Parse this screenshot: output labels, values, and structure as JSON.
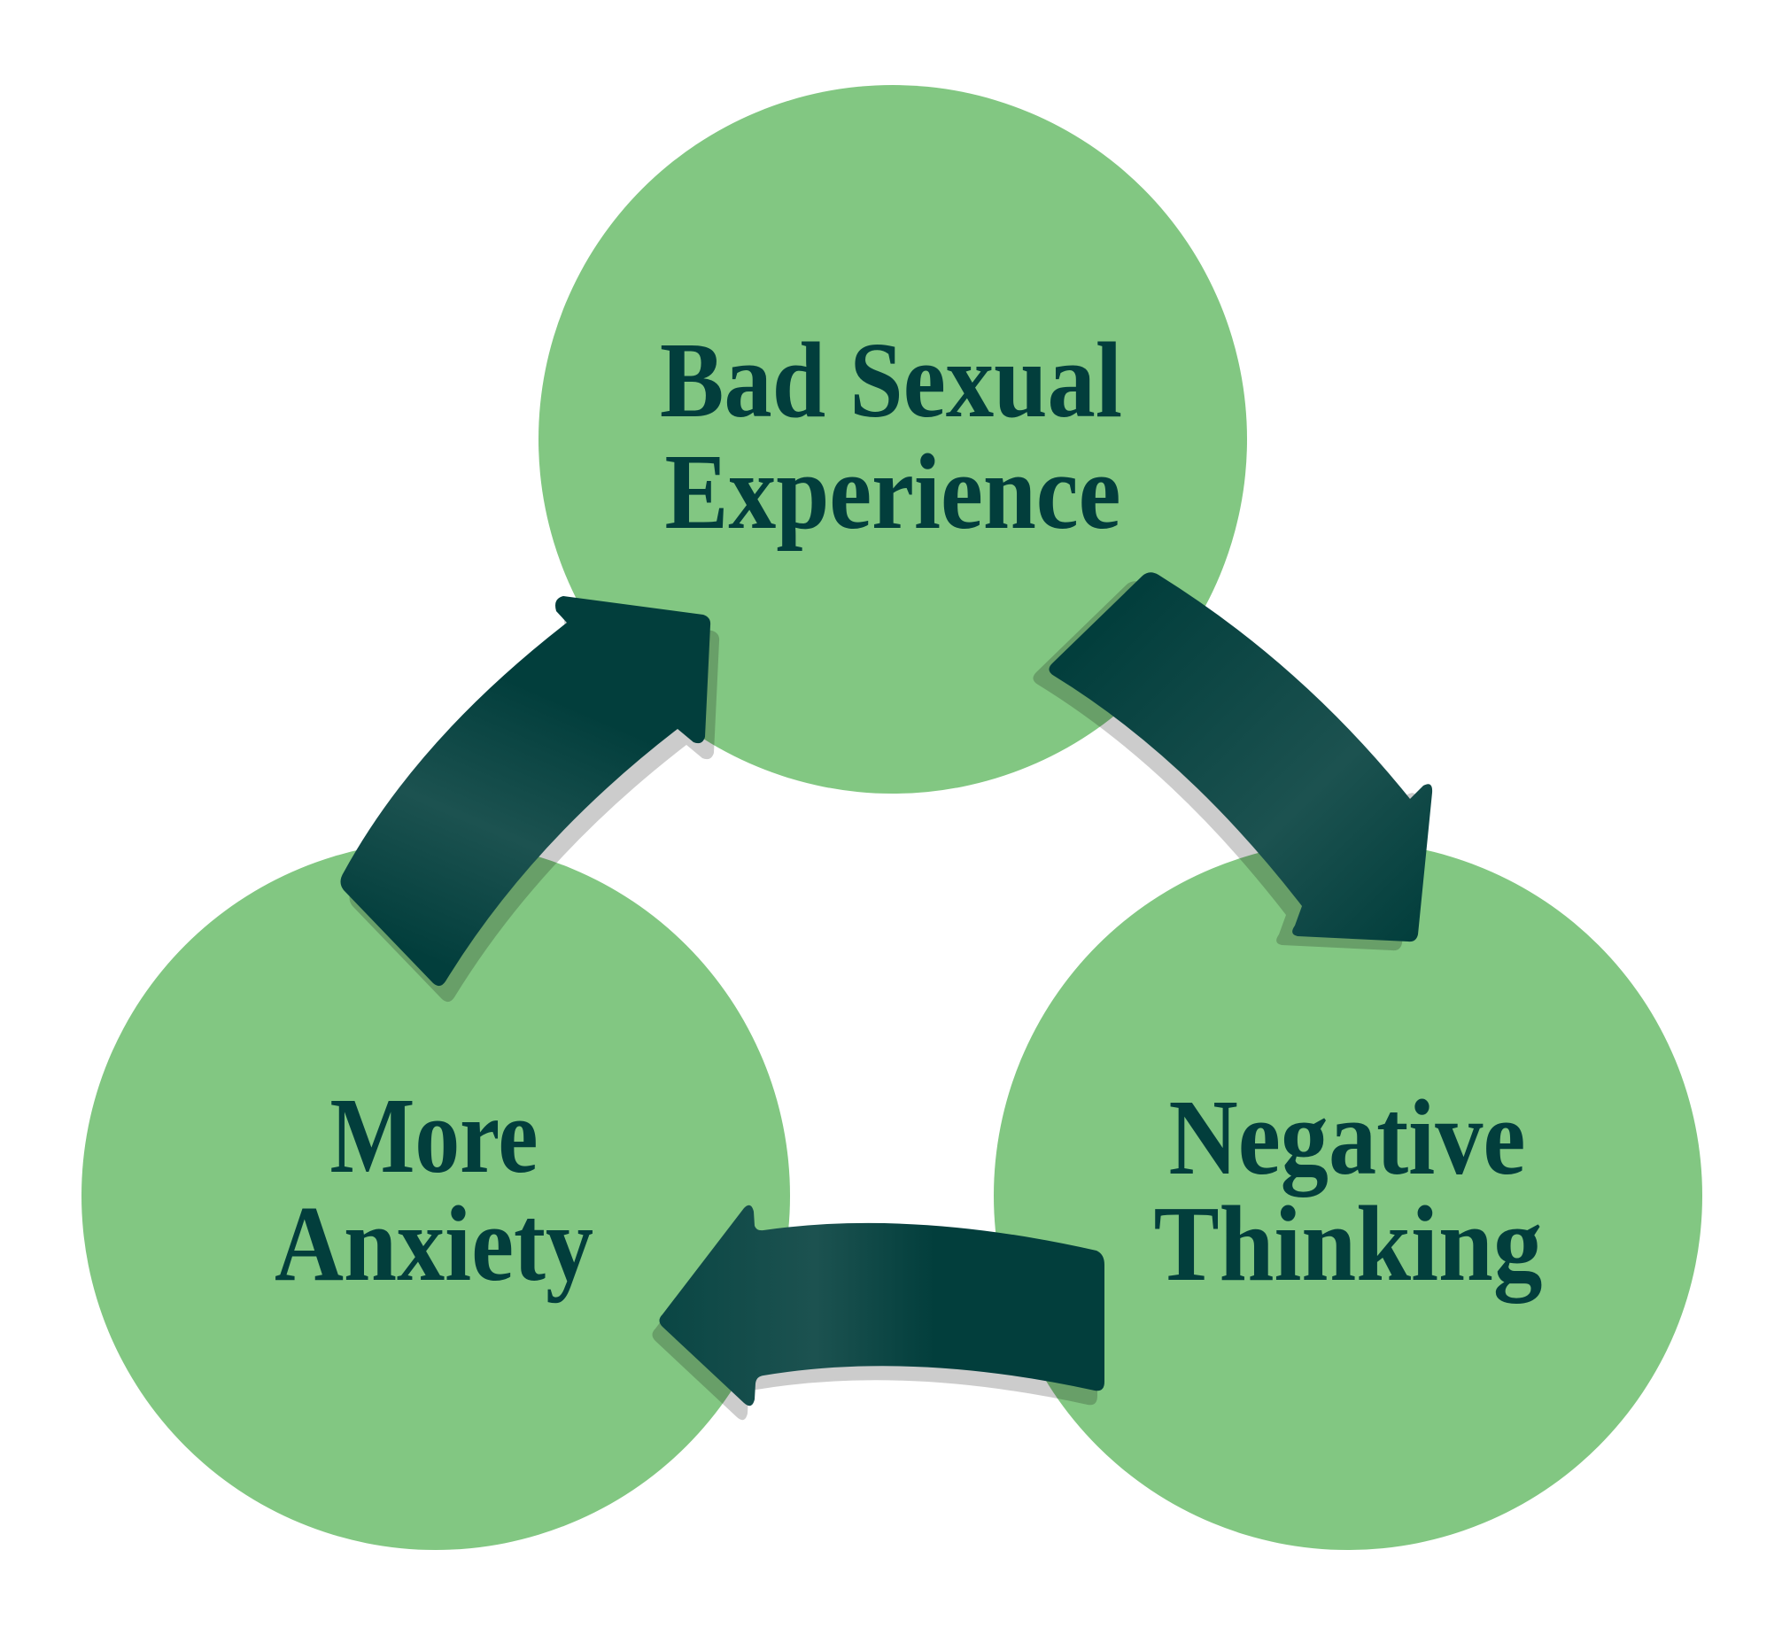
{
  "diagram": {
    "type": "cycle",
    "colors": {
      "background": "#ffffff",
      "node_fill": "#82c782",
      "text": "#023e3c",
      "arrow_dark": "#023e3c",
      "arrow_light": "#1c5250",
      "shadow": "#000000"
    },
    "nodes": [
      {
        "id": "bad-sexual-experience",
        "lines": [
          "Bad Sexual",
          "Experience"
        ]
      },
      {
        "id": "negative-thinking",
        "lines": [
          "Negative",
          "Thinking"
        ]
      },
      {
        "id": "more-anxiety",
        "lines": [
          "More",
          "Anxiety"
        ]
      }
    ],
    "edges": [
      {
        "from": "bad-sexual-experience",
        "to": "negative-thinking"
      },
      {
        "from": "negative-thinking",
        "to": "more-anxiety"
      },
      {
        "from": "more-anxiety",
        "to": "bad-sexual-experience"
      }
    ]
  }
}
